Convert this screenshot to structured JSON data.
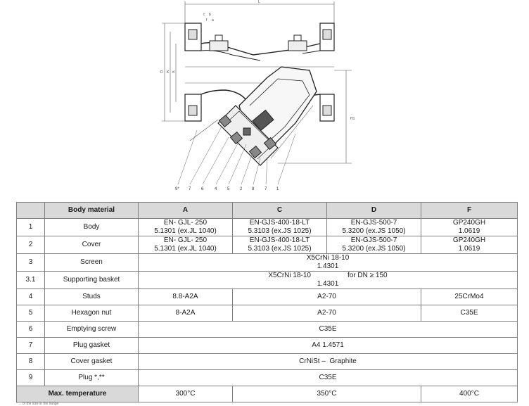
{
  "drawing": {
    "callouts": [
      "9*",
      "7",
      "6",
      "4",
      "5",
      "2",
      "8",
      "7",
      "1"
    ],
    "dims": {
      "L": "L",
      "H1": "H1",
      "D": "D",
      "K": "K",
      "d": "d",
      "dim_c": "c",
      "dim_f": "f",
      "dim_b": "b",
      "dim_a": "a"
    }
  },
  "table": {
    "headers": [
      "",
      "Body material",
      "A",
      "C",
      "D",
      "F"
    ],
    "rows": [
      {
        "num": "1",
        "part": "Body",
        "A": [
          "EN- GJL- 250",
          "5.1301 (ex.JL 1040)"
        ],
        "C": [
          "EN-GJS-400-18-LT",
          "5.3103 (ex.JS 1025)"
        ],
        "D": [
          "EN-GJS-500-7",
          "5.3200 (ex.JS 1050)"
        ],
        "F": [
          "GP240GH",
          "1.0619"
        ]
      },
      {
        "num": "2",
        "part": "Cover",
        "A": [
          "EN- GJL- 250",
          "5.1301 (ex.JL 1040)"
        ],
        "C": [
          "EN-GJS-400-18-LT",
          "5.3103 (ex.JS 1025)"
        ],
        "D": [
          "EN-GJS-500-7",
          "5.3200 (ex.JS 1050)"
        ],
        "F": [
          "GP240GH",
          "1.0619"
        ]
      },
      {
        "num": "3",
        "part": "Screen",
        "all": [
          "X5CrNi 18-10",
          "1.4301"
        ]
      },
      {
        "num": "3.1",
        "part": "Supporting basket",
        "all": [
          "X5CrNi 18-10",
          "1.4301"
        ],
        "note": "for DN ≥ 150"
      },
      {
        "num": "4",
        "part": "Studs",
        "A": "8.8-A2A",
        "CD": "A2-70",
        "F": "25CrMo4"
      },
      {
        "num": "5",
        "part": "Hexagon nut",
        "A": "8-A2A",
        "CD": "A2-70",
        "F": "C35E"
      },
      {
        "num": "6",
        "part": "Emptying screw",
        "all": "C35E"
      },
      {
        "num": "7",
        "part": "Plug gasket",
        "all": "A4 1.4571"
      },
      {
        "num": "8",
        "part": "Cover gasket",
        "all_a": "CrNiSt –",
        "all_b": "Graphite"
      },
      {
        "num": "9",
        "part": "Plug *,**",
        "all": "C35E"
      }
    ],
    "max_temp": {
      "label": "Max. temperature",
      "A": "300°C",
      "CD": "350°C",
      "F": "400°C"
    }
  },
  "footnote": "* ... of the size in the flange"
}
